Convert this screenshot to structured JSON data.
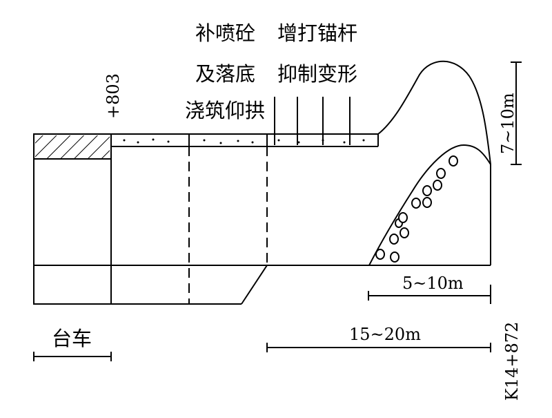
{
  "labels": {
    "shotcrete_line1": "补喷砼",
    "shotcrete_line2": "及落底",
    "invert": "浇筑仰拱",
    "bolt_line1": "增打锚杆",
    "bolt_line2": "抑制变形",
    "station_top": "+803",
    "station_right": "K14+872",
    "trolley": "台车"
  },
  "dimensions": {
    "collapse_height": "7~10m",
    "slope_base": "5~10m",
    "zone_length": "15~20m"
  }
}
